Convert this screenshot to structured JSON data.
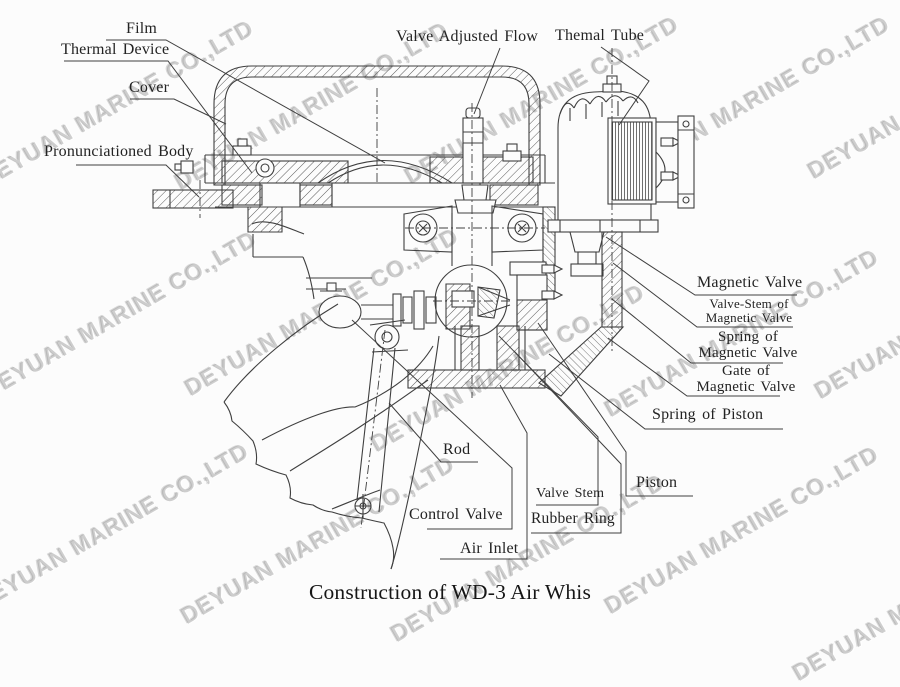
{
  "watermark": {
    "text": "DEYUAN MARINE CO.,LTD"
  },
  "caption": "Construction of WD-3 Air Whis",
  "labels": {
    "film": "Film",
    "thermal_device": "Thermal Device",
    "cover": "Cover",
    "pronunciationed_body": "Pronunciationed Body",
    "valve_adjusted_flow": "Valve Adjusted Flow",
    "themal_tube": "Themal Tube",
    "magnetic_valve": "Magnetic Valve",
    "valve_stem_of_magnetic_valve": {
      "line1": "Valve-Stem of",
      "line2": "Magnetic Valve"
    },
    "spring_of_magnetic_valve": {
      "line1": "Spring of",
      "line2": "Magnetic Valve"
    },
    "gate_of_magnetic_valve": {
      "line1": "Gate of",
      "line2": "Magnetic Valve"
    },
    "spring_of_piston": "Spring of Piston",
    "rod": "Rod",
    "control_valve": "Control Valve",
    "air_inlet": "Air Inlet",
    "valve_stem": "Valve Stem",
    "rubber_ring": "Rubber Ring",
    "piston": "Piston"
  },
  "colors": {
    "ink": "#3f3f3f",
    "paper": "#fcfcfc",
    "watermark": "#9b9b9b"
  }
}
